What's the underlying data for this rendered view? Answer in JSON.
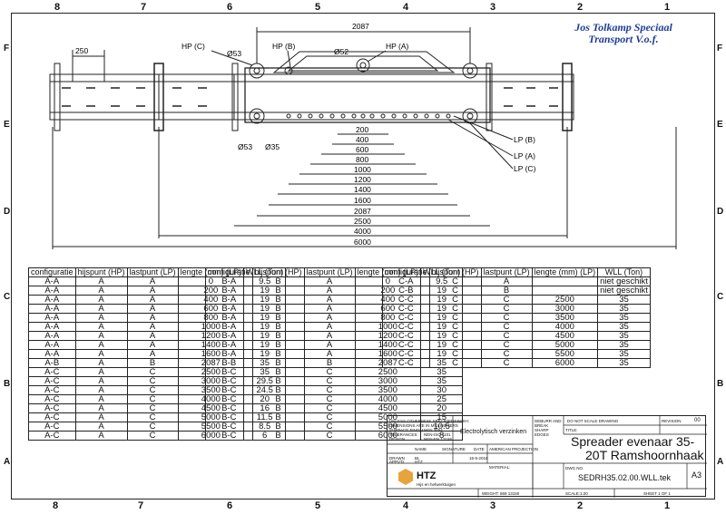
{
  "company": {
    "line1": "Jos Tolkamp Speciaal",
    "line2": "Transport V.o.f."
  },
  "zones": {
    "columns": [
      "8",
      "7",
      "6",
      "5",
      "4",
      "3",
      "2",
      "1"
    ],
    "rows": [
      "F",
      "E",
      "D",
      "C",
      "B",
      "A"
    ]
  },
  "drawing": {
    "hp": {
      "c": "HP (C)",
      "b": "HP (B)",
      "a": "HP (A)"
    },
    "lp": {
      "b": "LP (B)",
      "a": "LP (A)",
      "c": "LP (C)"
    },
    "dia": {
      "d53a": "Ø53",
      "d53b": "Ø53",
      "d52": "Ø52",
      "d35": "Ø35"
    },
    "top_dims": {
      "overall": "2087",
      "spacing": "250"
    },
    "lengths": [
      "200",
      "400",
      "600",
      "800",
      "1000",
      "1200",
      "1400",
      "1600",
      "2087",
      "2500",
      "4000",
      "6000"
    ]
  },
  "tables": {
    "headers": [
      "configuratie",
      "hijspunt (HP)",
      "lastpunt (LP)",
      "lengte (mm) (LP)",
      "WLL (Ton)"
    ],
    "hp_sub": "(HP)",
    "lp_sub": "(LP)",
    "table1": [
      [
        "A-A",
        "A",
        "A",
        "0",
        "9.5"
      ],
      [
        "A-A",
        "A",
        "A",
        "200",
        "19"
      ],
      [
        "A-A",
        "A",
        "A",
        "400",
        "19"
      ],
      [
        "A-A",
        "A",
        "A",
        "600",
        "19"
      ],
      [
        "A-A",
        "A",
        "A",
        "800",
        "19"
      ],
      [
        "A-A",
        "A",
        "A",
        "1000",
        "19"
      ],
      [
        "A-A",
        "A",
        "A",
        "1200",
        "19"
      ],
      [
        "A-A",
        "A",
        "A",
        "1400",
        "19"
      ],
      [
        "A-A",
        "A",
        "A",
        "1600",
        "19"
      ],
      [
        "A-B",
        "A",
        "B",
        "2087",
        "35"
      ],
      [
        "A-C",
        "A",
        "C",
        "2500",
        "35"
      ],
      [
        "A-C",
        "A",
        "C",
        "3000",
        "29.5"
      ],
      [
        "A-C",
        "A",
        "C",
        "3500",
        "24.5"
      ],
      [
        "A-C",
        "A",
        "C",
        "4000",
        "20"
      ],
      [
        "A-C",
        "A",
        "C",
        "4500",
        "16"
      ],
      [
        "A-C",
        "A",
        "C",
        "5000",
        "11.5"
      ],
      [
        "A-C",
        "A",
        "C",
        "5500",
        "8.5"
      ],
      [
        "A-C",
        "A",
        "C",
        "6000",
        "6"
      ]
    ],
    "table2": [
      [
        "B-A",
        "B",
        "A",
        "0",
        "9.5"
      ],
      [
        "B-A",
        "B",
        "A",
        "200",
        "19"
      ],
      [
        "B-A",
        "B",
        "A",
        "400",
        "19"
      ],
      [
        "B-A",
        "B",
        "A",
        "600",
        "19"
      ],
      [
        "B-A",
        "B",
        "A",
        "800",
        "19"
      ],
      [
        "B-A",
        "B",
        "A",
        "1000",
        "19"
      ],
      [
        "B-A",
        "B",
        "A",
        "1200",
        "19"
      ],
      [
        "B-A",
        "B",
        "A",
        "1400",
        "19"
      ],
      [
        "B-A",
        "B",
        "A",
        "1600",
        "19"
      ],
      [
        "B-B",
        "B",
        "B",
        "2087",
        "35"
      ],
      [
        "B-C",
        "B",
        "C",
        "2500",
        "35"
      ],
      [
        "B-C",
        "B",
        "C",
        "3000",
        "35"
      ],
      [
        "B-C",
        "B",
        "C",
        "3500",
        "30"
      ],
      [
        "B-C",
        "B",
        "C",
        "4000",
        "25"
      ],
      [
        "B-C",
        "B",
        "C",
        "4500",
        "20"
      ],
      [
        "B-C",
        "B",
        "C",
        "5000",
        "15"
      ],
      [
        "B-C",
        "B",
        "C",
        "5500",
        "10.5"
      ],
      [
        "B-C",
        "B",
        "C",
        "6000",
        "8"
      ]
    ],
    "table3_headers": [
      "configuratie",
      "hijspunt (HP)",
      "lastpunt (LP)",
      "lengte (mm) (LP)",
      "WLL (Ton)"
    ],
    "table3": [
      [
        "C-A",
        "C",
        "A",
        "",
        "niet geschikt"
      ],
      [
        "C-B",
        "C",
        "B",
        "",
        "niet geschikt"
      ],
      [
        "C-C",
        "C",
        "C",
        "2500",
        "35"
      ],
      [
        "C-C",
        "C",
        "C",
        "3000",
        "35"
      ],
      [
        "C-C",
        "C",
        "C",
        "3500",
        "35"
      ],
      [
        "C-C",
        "C",
        "C",
        "4000",
        "35"
      ],
      [
        "C-C",
        "C",
        "C",
        "4500",
        "35"
      ],
      [
        "C-C",
        "C",
        "C",
        "5000",
        "35"
      ],
      [
        "C-C",
        "C",
        "C",
        "5500",
        "35"
      ],
      [
        "C-C",
        "C",
        "C",
        "6000",
        "35"
      ]
    ]
  },
  "titleblock": {
    "unless": "UNLESS OTHERWISE SPECIFIED:",
    "dims": "DIMENSIONS ARE IN MILLIMETERS",
    "surface": "SURFACE FINISH:",
    "tolerances": "TOLERANCES:",
    "design": "DESIGN:",
    "std1": "NEN 3654",
    "std2": "NEN-ISO 1101",
    "std3": "NEN-EN 13155",
    "finish_lbl": "FINISH:",
    "finish": "Electrolytisch verzinken",
    "deburr": "DEBURR AND BREAK SHARP EDGES",
    "noscale": "DO NOT SCALE DRAWING",
    "revision_lbl": "REVISION",
    "revision": "00",
    "title_lbl": "TITLE:",
    "title1": "Spreader evenaar 35-",
    "title2": "20T Ramshoornhaak",
    "name_lbl": "NAME",
    "sig_lbl": "SIGNATURE",
    "date_lbl": "DATE",
    "drawn_lbl": "DRAWN",
    "drawn": "BL",
    "date": "16-5-2018",
    "appvd_lbl": "APPV'D",
    "appvd": "HTZ",
    "projection": "AMERICAN PROJECTION",
    "material_lbl": "MATERIAL:",
    "dwgno_lbl": "DWG NO.",
    "dwgno": "SEDRH35.02.00.WLL.tek",
    "size": "A3",
    "logo": "HTZ",
    "logo_sub": "Hijs en hefwerktuigen",
    "weight": "WEIGHT: 869 13150",
    "scale": "SCALE:1:20",
    "sheet": "SHEET 1 OF 1"
  }
}
